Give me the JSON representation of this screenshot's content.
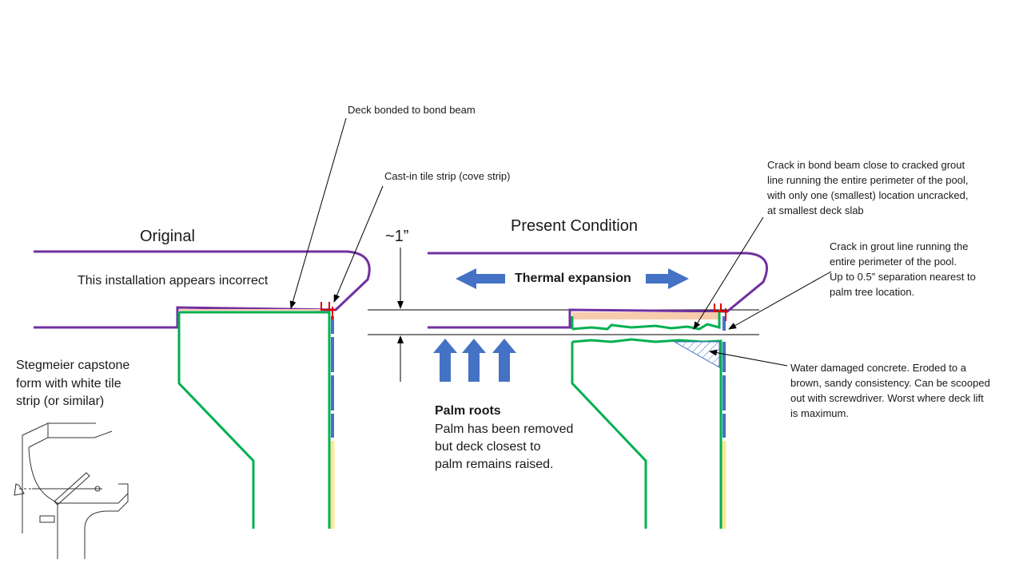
{
  "titles": {
    "original": "Original",
    "present": "Present Condition"
  },
  "labels": {
    "incorrect": "This installation appears incorrect",
    "deck_bonded": "Deck bonded to bond beam",
    "tile_strip": "Cast-in tile strip (cove strip)",
    "gap": "~1”",
    "thermal": "Thermal expansion",
    "palm_title": "Palm roots",
    "palm_body": [
      "Palm has been removed",
      "but deck closest to",
      "palm remains raised."
    ],
    "capstone": [
      "Stegmeier capstone",
      "form with white tile",
      "strip (or similar)"
    ],
    "crack_bond_beam": [
      "Crack in bond beam close to cracked grout",
      "line running the entire perimeter of the pool,",
      "with only one (smallest) location uncracked,",
      "at smallest deck slab"
    ],
    "crack_grout": [
      "Crack in grout line running the",
      "entire perimeter of the pool.",
      "Up to 0.5” separation nearest to",
      "palm tree location."
    ],
    "water_damage": [
      "Water damaged concrete.  Eroded to a",
      "brown,  sandy consistency. Can be scooped",
      "out with screwdriver. Worst where deck lift",
      "is maximum."
    ]
  },
  "colors": {
    "deck_outline": "#7030a0",
    "bond_beam": "#00b050",
    "tile": "#4472c4",
    "plaster": "#ffe699",
    "grout": "#f8cbad",
    "cove_strip": "#e00000",
    "arrow": "#4472c4"
  }
}
